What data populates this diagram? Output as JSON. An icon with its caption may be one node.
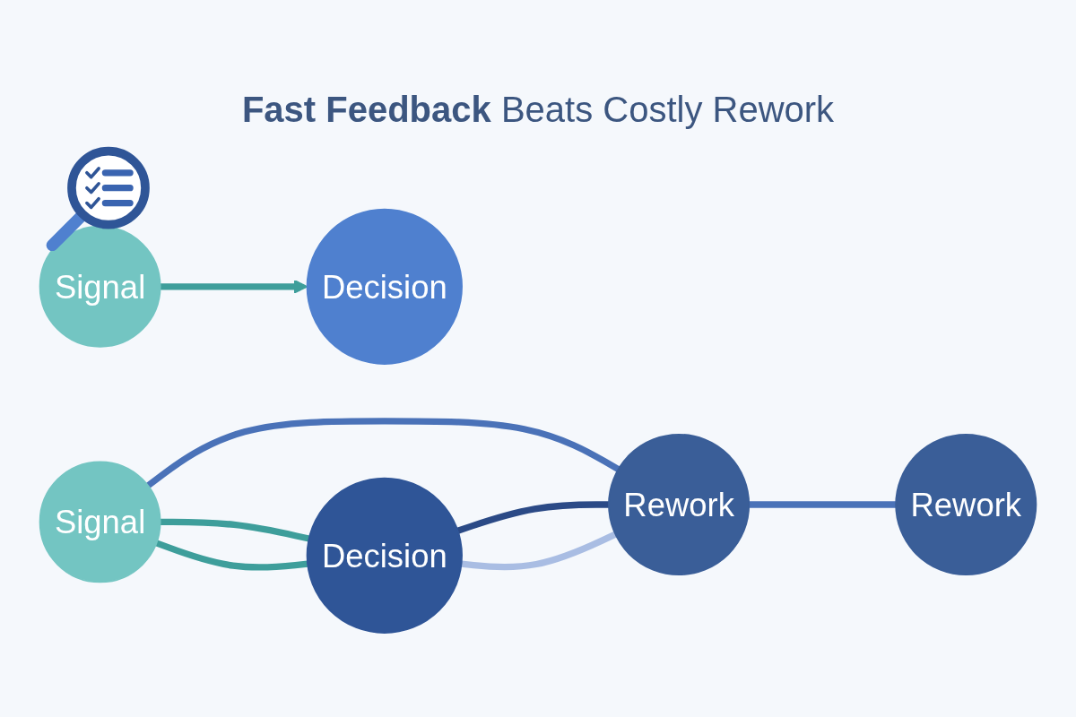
{
  "diagram": {
    "title": "**Fast Feedback** Beats Costly Rework",
    "nodes": [
      {
        "text": [
          "Signal"
        ]
      },
      {
        "text": [
          "Decision"
        ]
      },
      {
        "text": [
          "Signal"
        ]
      },
      {
        "text": [
          "Decision"
        ]
      },
      {
        "text": [
          "Rework"
        ]
      },
      {
        "text": [
          "Rework"
        ]
      }
    ],
    "edges": [
      {
        "from": 0,
        "to": 1,
        "arrow": "to",
        "color": "#3e9e9b"
      },
      {
        "from": 2,
        "to": 3,
        "arrow": "none",
        "color": "#3e9e9b"
      },
      {
        "from": 2,
        "to": 3,
        "arrow": "none",
        "color": "#3e9e9b"
      },
      {
        "from": 2,
        "to": 4,
        "arrow": "none"
      },
      {
        "from": 3,
        "to": 4,
        "arrow": "none",
        "color": "#2b4a86"
      },
      {
        "from": 3,
        "to": 4,
        "arrow": "none",
        "color": "#a9bde3"
      },
      {
        "from": 4,
        "to": 5,
        "arrow": "none"
      }
    ]
  }
}
